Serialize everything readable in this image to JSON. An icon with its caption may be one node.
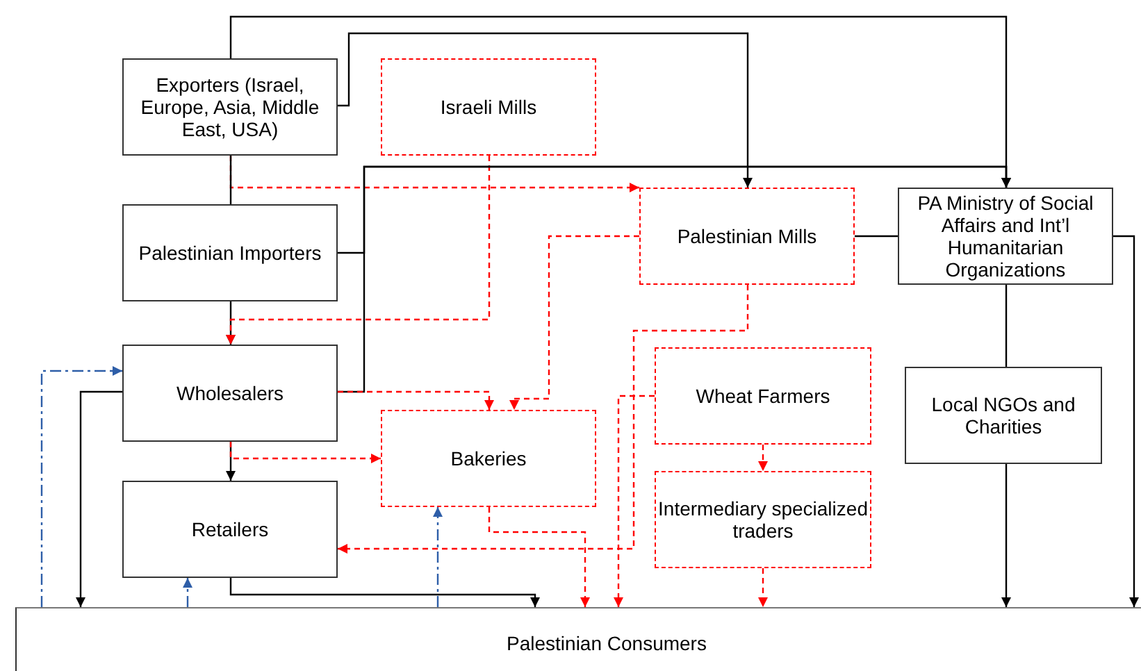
{
  "diagram": {
    "nodes": [
      {
        "text": [
          "Exporters (Israel, Europe, Asia, Middle East, USA)"
        ]
      },
      {
        "text": [
          "Israeli Mills"
        ]
      },
      {
        "text": [
          "Palestinian Importers"
        ]
      },
      {
        "text": [
          "Palestinian Mills"
        ]
      },
      {
        "text": [
          "PA Ministry of Social Affairs and Int’l Humanitarian Organizations"
        ]
      },
      {
        "text": [
          "Wholesalers"
        ]
      },
      {
        "text": [
          "Wheat Farmers"
        ]
      },
      {
        "text": [
          "Bakeries"
        ]
      },
      {
        "text": [
          "Local NGOs and Charities"
        ]
      },
      {
        "text": [
          "Retailers"
        ]
      },
      {
        "text": [
          "Intermediary specialized traders"
        ]
      },
      {
        "text": [
          "Palestinian Consumers"
        ]
      }
    ],
    "edges": [
      {
        "from": 0,
        "to": 4,
        "arrow": "to"
      },
      {
        "from": 0,
        "to": 3,
        "arrow": "to"
      },
      {
        "from": 0,
        "to": 3,
        "arrow": "to",
        "style": "dashed",
        "color": "#ff0000"
      },
      {
        "from": 0,
        "to": 2,
        "arrow": "none"
      },
      {
        "from": 2,
        "to": 5,
        "arrow": "to"
      },
      {
        "from": 1,
        "to": 5,
        "arrow": "to",
        "style": "dashed",
        "color": "#ff0000"
      },
      {
        "from": 2,
        "to": 4,
        "arrow": "to"
      },
      {
        "from": 5,
        "to": 4,
        "arrow": "to"
      },
      {
        "from": 3,
        "to": 4,
        "arrow": "none"
      },
      {
        "from": 4,
        "to": 8,
        "arrow": "none"
      },
      {
        "from": 4,
        "to": 11,
        "arrow": "to"
      },
      {
        "from": 8,
        "to": 11,
        "arrow": "to"
      },
      {
        "from": 5,
        "to": 11,
        "arrow": "to"
      },
      {
        "from": 5,
        "to": 9,
        "arrow": "to"
      },
      {
        "from": 9,
        "to": 11,
        "arrow": "to"
      },
      {
        "from": 5,
        "to": 7,
        "arrow": "to",
        "style": "dashed",
        "color": "#ff0000"
      },
      {
        "from": 5,
        "to": 7,
        "arrow": "to",
        "style": "dashed",
        "color": "#ff0000"
      },
      {
        "from": 3,
        "to": 7,
        "arrow": "to",
        "style": "dashed",
        "color": "#ff0000"
      },
      {
        "from": 3,
        "to": 9,
        "arrow": "to",
        "style": "dashed",
        "color": "#ff0000"
      },
      {
        "from": 7,
        "to": 11,
        "arrow": "to",
        "style": "dashed",
        "color": "#ff0000"
      },
      {
        "from": 6,
        "to": 11,
        "arrow": "to",
        "style": "dashed",
        "color": "#ff0000"
      },
      {
        "from": 6,
        "to": 10,
        "arrow": "to",
        "style": "dashed",
        "color": "#ff0000"
      },
      {
        "from": 10,
        "to": 11,
        "arrow": "to",
        "style": "dashed",
        "color": "#ff0000"
      },
      {
        "from": 11,
        "to": 5,
        "arrow": "to",
        "style": "dashed",
        "color": "#2e5ea8"
      },
      {
        "from": 11,
        "to": 9,
        "arrow": "to",
        "style": "dashed",
        "color": "#2e5ea8"
      },
      {
        "from": 11,
        "to": 7,
        "arrow": "to",
        "style": "dashed",
        "color": "#2e5ea8"
      }
    ]
  }
}
